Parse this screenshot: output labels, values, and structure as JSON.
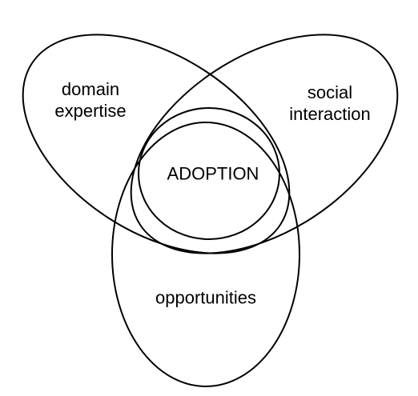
{
  "diagram": {
    "sets": {
      "domain_expertise": {
        "line1": "domain",
        "line2": "expertise"
      },
      "social_interaction": {
        "line1": "social",
        "line2": "interaction"
      },
      "opportunities": {
        "label": "opportunities"
      },
      "center": {
        "label": "ADOPTION"
      }
    },
    "colors": {
      "stroke": "#000000",
      "text": "#000000",
      "background": "#ffffff"
    }
  }
}
